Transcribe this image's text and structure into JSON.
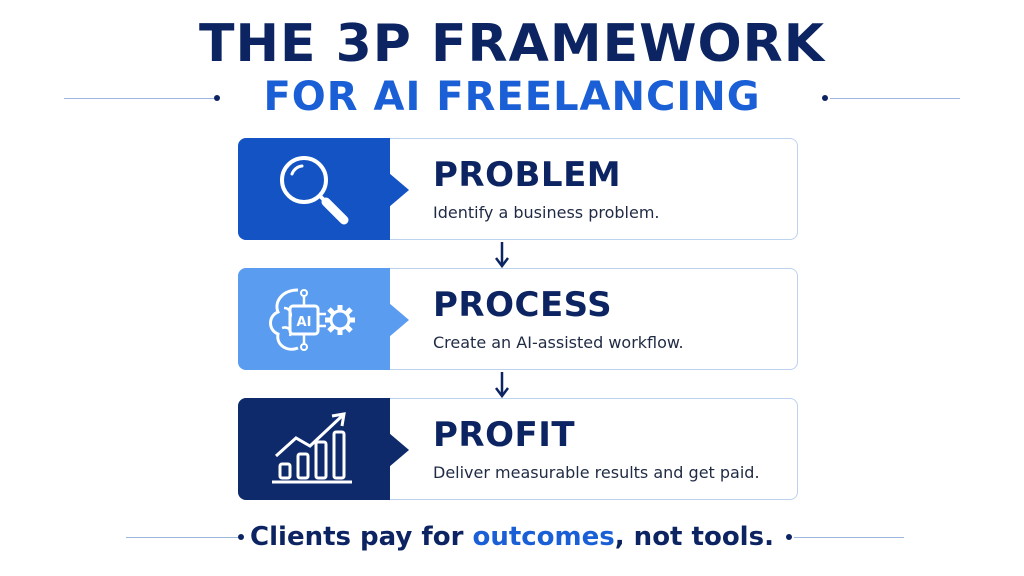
{
  "header": {
    "title": "THE 3P FRAMEWORK",
    "subtitle": "FOR AI FREELANCING"
  },
  "steps": [
    {
      "title": "PROBLEM",
      "description": "Identify a business problem.",
      "icon": "magnifying-glass-icon",
      "color": "#1453c4"
    },
    {
      "title": "PROCESS",
      "description": "Create an AI-assisted workflow.",
      "icon": "ai-brain-gear-icon",
      "color": "#5a9cf0",
      "icon_text": "AI"
    },
    {
      "title": "PROFIT",
      "description": "Deliver measurable results and get paid.",
      "icon": "growth-chart-icon",
      "color": "#0e2a6b"
    }
  ],
  "footer": {
    "prefix": "Clients pay for ",
    "highlight": "outcomes",
    "suffix": ", not tools."
  },
  "colors": {
    "navy": "#0c2461",
    "blue": "#1a5fd6"
  }
}
